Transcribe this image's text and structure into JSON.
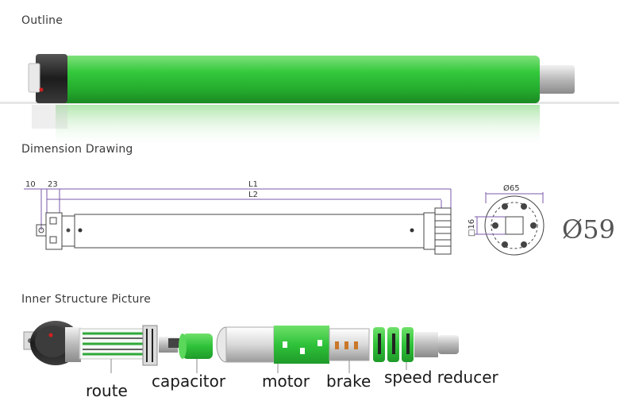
{
  "sections": {
    "outline": "Outline",
    "dimension": "Dimension Drawing",
    "inner": "Inner Structure Picture"
  },
  "dimensions": {
    "d10": "10",
    "d23": "23",
    "l1": "L1",
    "l2": "L2",
    "d65": "Ø65",
    "d16": "□16",
    "d59": "Ø59"
  },
  "parts": {
    "route": "route",
    "capacitor": "capacitor",
    "motor": "motor",
    "brake": "brake",
    "speed_reducer": "speed reducer"
  },
  "colors": {
    "tube_green": "#2ec43a",
    "dark_head": "#2a2a2a",
    "line": "#555555",
    "dim_line": "#6a4a9a"
  }
}
